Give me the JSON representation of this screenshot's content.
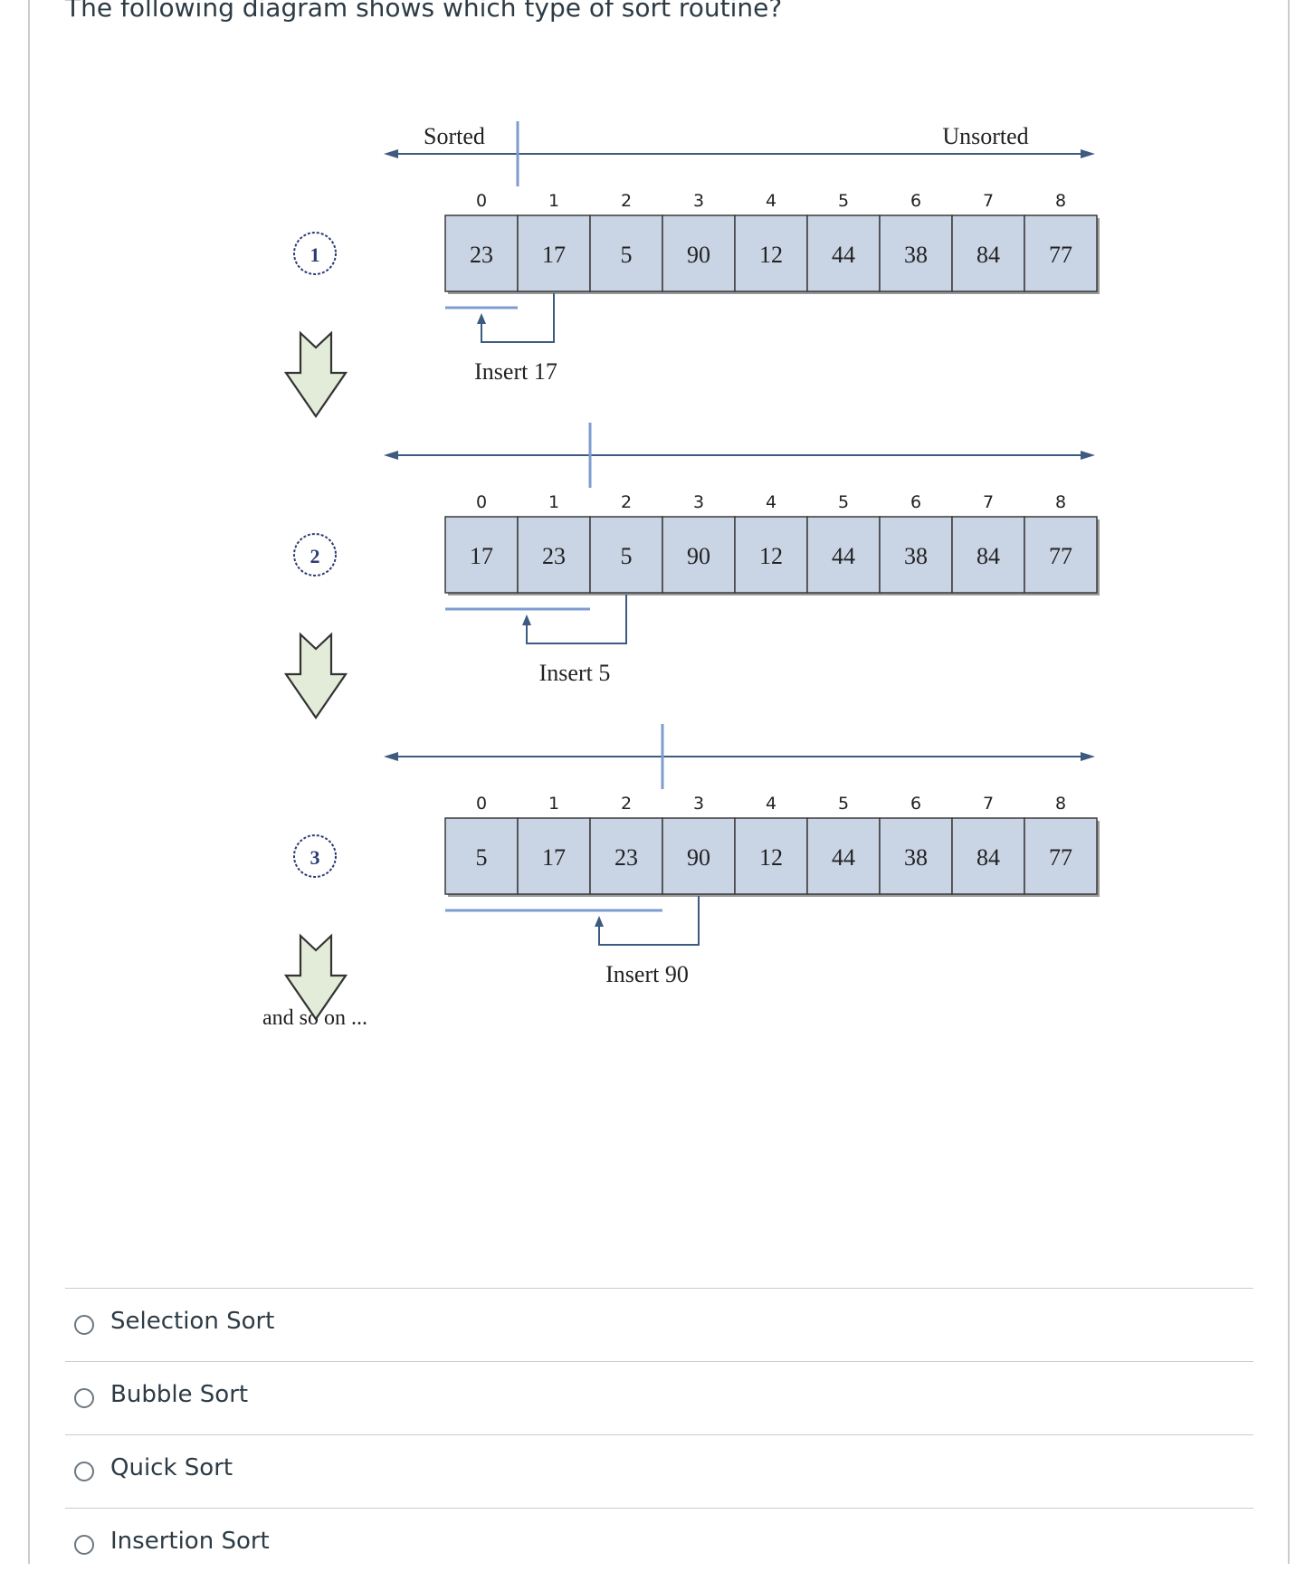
{
  "question": {
    "text": "The following diagram shows which type of sort routine?"
  },
  "diagram": {
    "labels": {
      "sorted": "Sorted",
      "unsorted": "Unsorted",
      "and_so_on": "and so on ..."
    },
    "indices": [
      "0",
      "1",
      "2",
      "3",
      "4",
      "5",
      "6",
      "7",
      "8"
    ],
    "passes": [
      {
        "step": "1",
        "values": [
          "23",
          "17",
          "5",
          "90",
          "12",
          "44",
          "38",
          "84",
          "77"
        ],
        "sorted_count": 1,
        "insert_label": "Insert 17"
      },
      {
        "step": "2",
        "values": [
          "17",
          "23",
          "5",
          "90",
          "12",
          "44",
          "38",
          "84",
          "77"
        ],
        "sorted_count": 2,
        "insert_label": "Insert 5"
      },
      {
        "step": "3",
        "values": [
          "5",
          "17",
          "23",
          "90",
          "12",
          "44",
          "38",
          "84",
          "77"
        ],
        "sorted_count": 3,
        "insert_label": "Insert 90"
      }
    ],
    "colors": {
      "cell_fill": "#c9d4e5",
      "line": "#3d5a80",
      "divider": "#7f9cd0",
      "arrow_fill": "#e3ecd8"
    }
  },
  "answers": [
    {
      "label": "Selection Sort"
    },
    {
      "label": "Bubble Sort"
    },
    {
      "label": "Quick Sort"
    },
    {
      "label": "Insertion Sort"
    }
  ]
}
